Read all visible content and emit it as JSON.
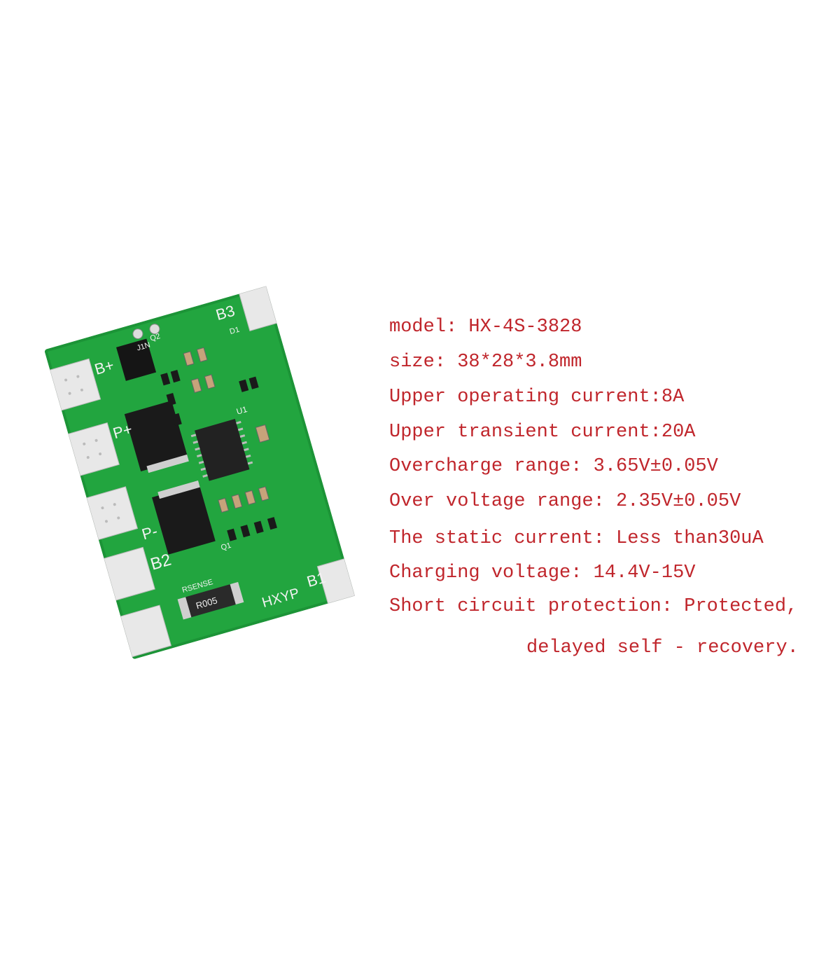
{
  "product_image": {
    "board_labels": [
      "B+",
      "P+",
      "P-",
      "B2",
      "B1",
      "B3",
      "HXYP",
      "RSENSE",
      "R005",
      "U1",
      "J1N",
      "D1",
      "Q1",
      "Q2"
    ]
  },
  "specs": {
    "model": "model: HX-4S-3828",
    "size": "size: 38*28*3.8mm",
    "operating_current": "Upper operating current:8A",
    "transient_current": "Upper transient current:20A",
    "overcharge": "Overcharge range: 3.65V±0.05V",
    "over_voltage": "Over voltage range: 2.35V±0.05V",
    "static_current": "The static current: Less than30uA",
    "charging_voltage": "Charging voltage: 14.4V-15V",
    "short_circuit": "Short circuit protection: Protected,",
    "short_circuit_cont": "delayed self - recovery."
  },
  "colors": {
    "text": "#c0262c",
    "pcb": "#1f9a3a"
  }
}
